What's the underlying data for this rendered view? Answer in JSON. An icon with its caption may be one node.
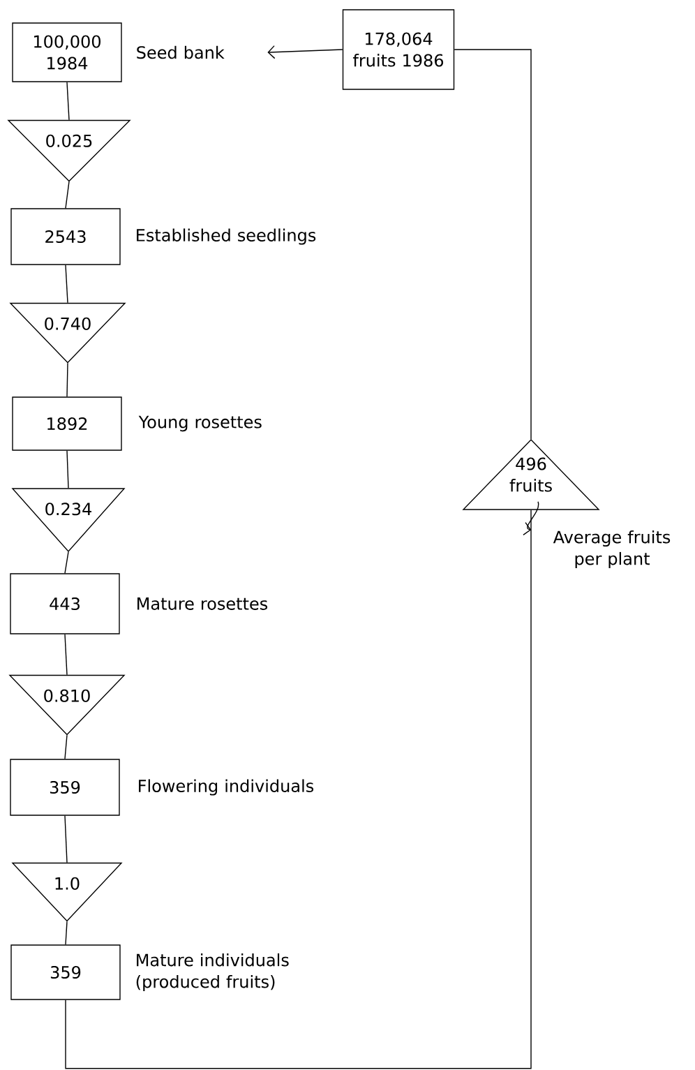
{
  "diagram": {
    "nodes": [
      {
        "text": [
          "100,000 1984"
        ],
        "beside": [
          "Seed bank"
        ]
      },
      {
        "text": [
          "178,064 fruits 1986"
        ]
      },
      {
        "text": [
          "0.025"
        ]
      },
      {
        "text": [
          "2543"
        ],
        "beside": [
          "Established seedlings"
        ]
      },
      {
        "text": [
          "0.740"
        ]
      },
      {
        "text": [
          "1892"
        ],
        "beside": [
          "Young rosettes"
        ]
      },
      {
        "text": [
          "0.234"
        ]
      },
      {
        "text": [
          "443"
        ],
        "beside": [
          "Mature rosettes"
        ]
      },
      {
        "text": [
          "0.810"
        ]
      },
      {
        "text": [
          "359"
        ],
        "beside": [
          "Flowering individuals"
        ]
      },
      {
        "text": [
          "1.0"
        ]
      },
      {
        "text": [
          "359"
        ],
        "beside": [
          "Mature individuals (produced fruits)"
        ]
      },
      {
        "text": [
          "496 fruits"
        ]
      },
      {
        "text": [
          "Average fruits per plant"
        ]
      }
    ],
    "edges": [
      {
        "from": 1,
        "to": 0,
        "arrow": "to"
      },
      {
        "from": 0,
        "to": 2,
        "arrow": "none"
      },
      {
        "from": 2,
        "to": 3,
        "arrow": "none"
      },
      {
        "from": 3,
        "to": 4,
        "arrow": "none"
      },
      {
        "from": 4,
        "to": 5,
        "arrow": "none"
      },
      {
        "from": 5,
        "to": 6,
        "arrow": "none"
      },
      {
        "from": 6,
        "to": 7,
        "arrow": "none"
      },
      {
        "from": 7,
        "to": 8,
        "arrow": "none"
      },
      {
        "from": 8,
        "to": 9,
        "arrow": "none"
      },
      {
        "from": 9,
        "to": 10,
        "arrow": "none"
      },
      {
        "from": 10,
        "to": 11,
        "arrow": "none"
      },
      {
        "from": 11,
        "to": 12,
        "arrow": "none"
      },
      {
        "from": 12,
        "to": 1,
        "arrow": "none"
      },
      {
        "from": 12,
        "to": 13,
        "arrow": "to"
      }
    ]
  }
}
